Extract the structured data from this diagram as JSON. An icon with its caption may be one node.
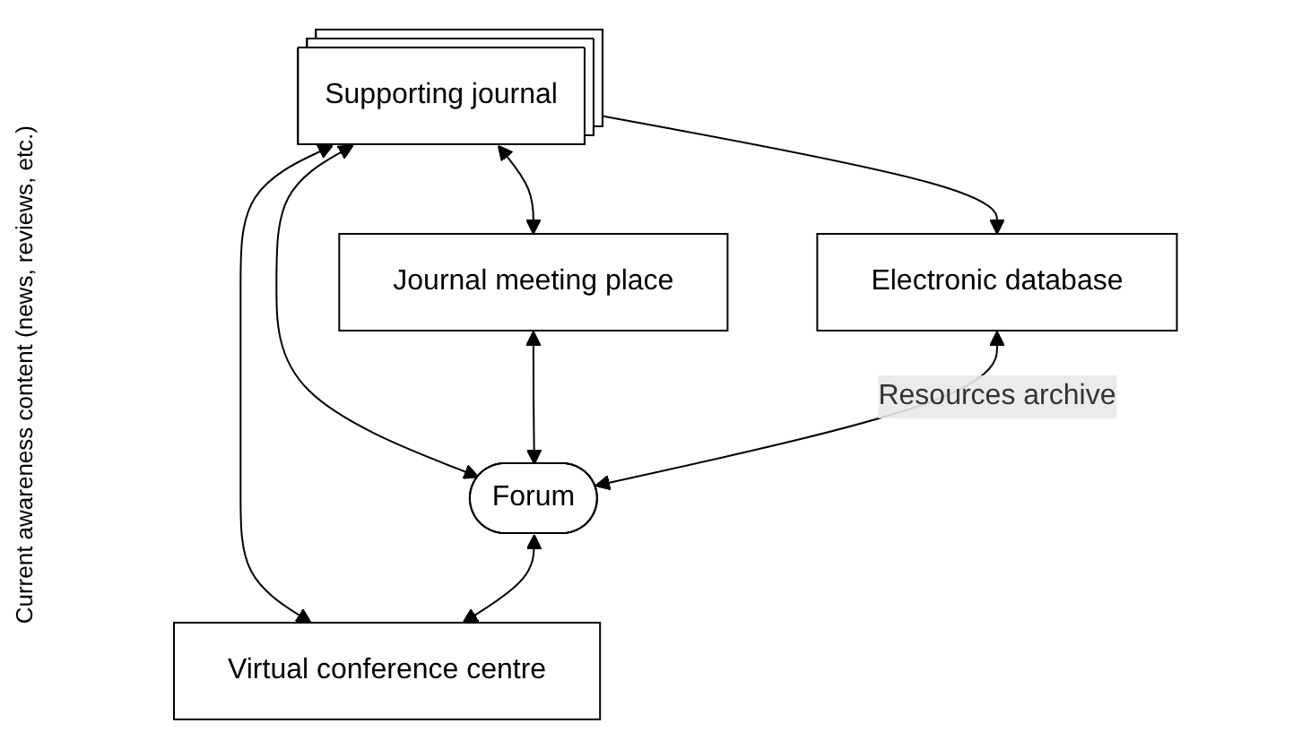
{
  "diagram": {
    "nodes": [
      {
        "text": [
          "Supporting journal"
        ]
      },
      {
        "text": [
          "Electronic database"
        ]
      },
      {
        "text": [
          "Journal meeting place"
        ]
      },
      {
        "text": [
          "Forum"
        ]
      },
      {
        "text": [
          "Virtual conference centre"
        ]
      }
    ],
    "edges": [
      {
        "from": 0,
        "to": 1,
        "arrow": "to"
      },
      {
        "from": 0,
        "to": 4,
        "arrow": "both"
      },
      {
        "from": 0,
        "to": 2,
        "arrow": "both"
      },
      {
        "from": 0,
        "to": 3,
        "arrow": "both"
      },
      {
        "from": 2,
        "to": 3,
        "arrow": "both"
      },
      {
        "from": 1,
        "to": 3,
        "arrow": "both",
        "label": "Resources archive"
      },
      {
        "from": 3,
        "to": 4,
        "arrow": "both"
      }
    ],
    "labels": [
      "Current awareness content (news, reviews, etc.)"
    ]
  }
}
